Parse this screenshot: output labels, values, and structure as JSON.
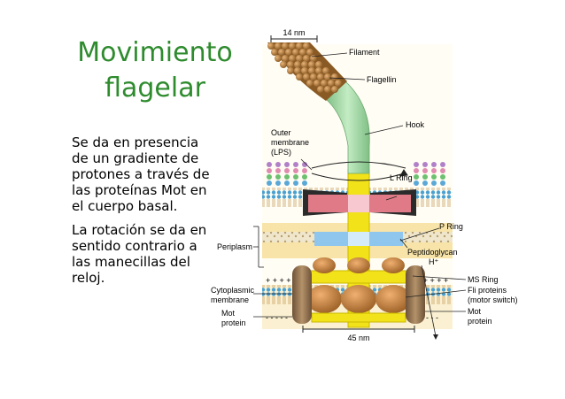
{
  "title": {
    "line1": "Movimiento",
    "line2": "flagelar"
  },
  "paragraphs": [
    "Se da en presencia de un gradiente de protones a través de las proteínas Mot en el cuerpo basal.",
    "La rotación se da en sentido contrario a las manecillas del reloj."
  ],
  "diagram": {
    "scale_top": "14 nm",
    "scale_bottom": "45 nm",
    "labels": {
      "filament": "Filament",
      "flagellin": "Flagellin",
      "hook": "Hook",
      "outer_membrane_1": "Outer",
      "outer_membrane_2": "membrane",
      "outer_membrane_3": "(LPS)",
      "l_ring": "L Ring",
      "p_ring": "P Ring",
      "peptidoglycan": "Peptidoglycan",
      "h_plus": "H⁺",
      "periplasm": "Periplasm",
      "ms_ring": "MS Ring",
      "fli_1": "Fli proteins",
      "fli_2": "(motor switch)",
      "cyto_1": "Cytoplasmic",
      "cyto_2": "membrane",
      "mot_left_1": "Mot",
      "mot_left_2": "protein",
      "mot_right_1": "Mot",
      "mot_right_2": "protein"
    }
  },
  "colors": {
    "title": "#2e8b2e",
    "filament": "#b07a3a",
    "hook": "#9fd4a0",
    "rod": "#f2e21a",
    "l_ring": "#e07a86",
    "p_ring": "#8fc6ee",
    "mot": "#9a7a55",
    "periplasm": "#f8e4a8"
  }
}
